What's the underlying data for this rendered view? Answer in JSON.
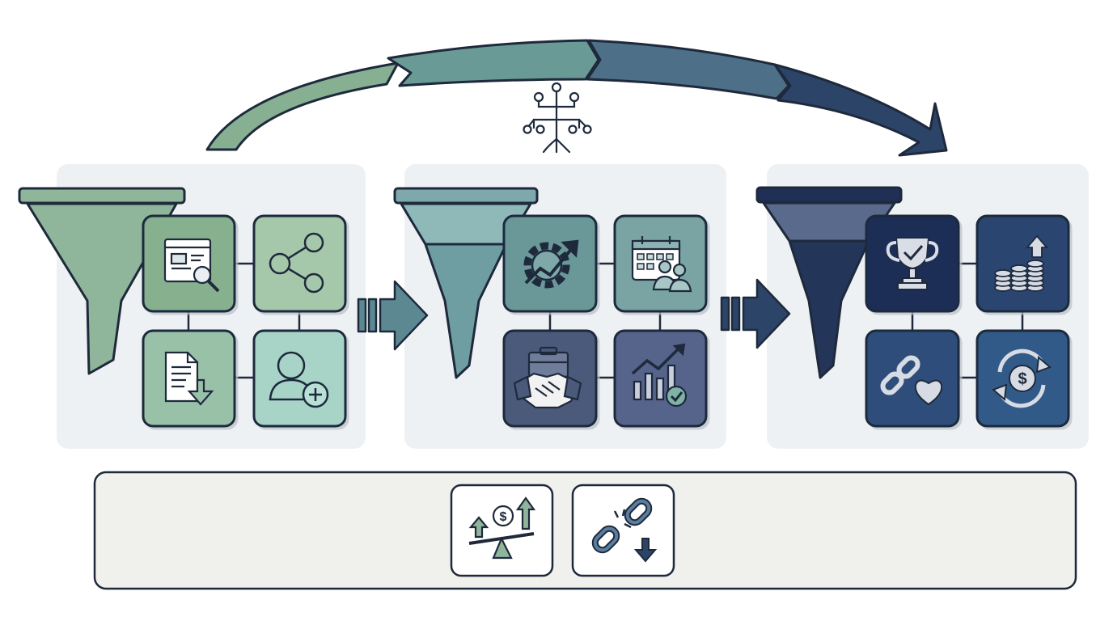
{
  "colors": {
    "outline": "#1e2a3c",
    "stage1": "#8fb59a",
    "stage2": "#6f9ea2",
    "stage3": "#233659",
    "panel": "#eef1f4",
    "footer": "#f0f0ec"
  },
  "journey_arrow": {
    "segments": 4,
    "colors": [
      "#86b091",
      "#6a9a96",
      "#4d6f87",
      "#2c4468"
    ]
  },
  "center_icon": "tree-roots-icon",
  "stages": [
    {
      "id": "stage-1",
      "funnel_color": "#8fb59a",
      "tiles": [
        {
          "icon": "web-search-icon",
          "color": "#86b08e"
        },
        {
          "icon": "share-network-icon",
          "color": "#a6c8aa"
        },
        {
          "icon": "document-download-icon",
          "color": "#98c1a8"
        },
        {
          "icon": "add-user-icon",
          "color": "#a8d4c8"
        }
      ]
    },
    {
      "id": "stage-2",
      "funnel_color": "#6f9ea2",
      "tiles": [
        {
          "icon": "gear-growth-icon",
          "color": "#6b9898"
        },
        {
          "icon": "calendar-meeting-icon",
          "color": "#7aa3a4"
        },
        {
          "icon": "handshake-icon",
          "color": "#4b5a7a"
        },
        {
          "icon": "growth-chart-check-icon",
          "color": "#56648a"
        }
      ]
    },
    {
      "id": "stage-3",
      "funnel_color": "#233659",
      "tiles": [
        {
          "icon": "trophy-icon",
          "color": "#1f2f55"
        },
        {
          "icon": "coins-growth-icon",
          "color": "#2c4470"
        },
        {
          "icon": "chain-heart-icon",
          "color": "#2f4d7a"
        },
        {
          "icon": "dollar-cycle-icon",
          "color": "#315a88"
        }
      ]
    }
  ],
  "connectors": [
    "arrow-right-icon",
    "arrow-right-icon"
  ],
  "footer_icons": [
    "balance-dollar-growth-icon",
    "broken-chain-down-icon"
  ]
}
